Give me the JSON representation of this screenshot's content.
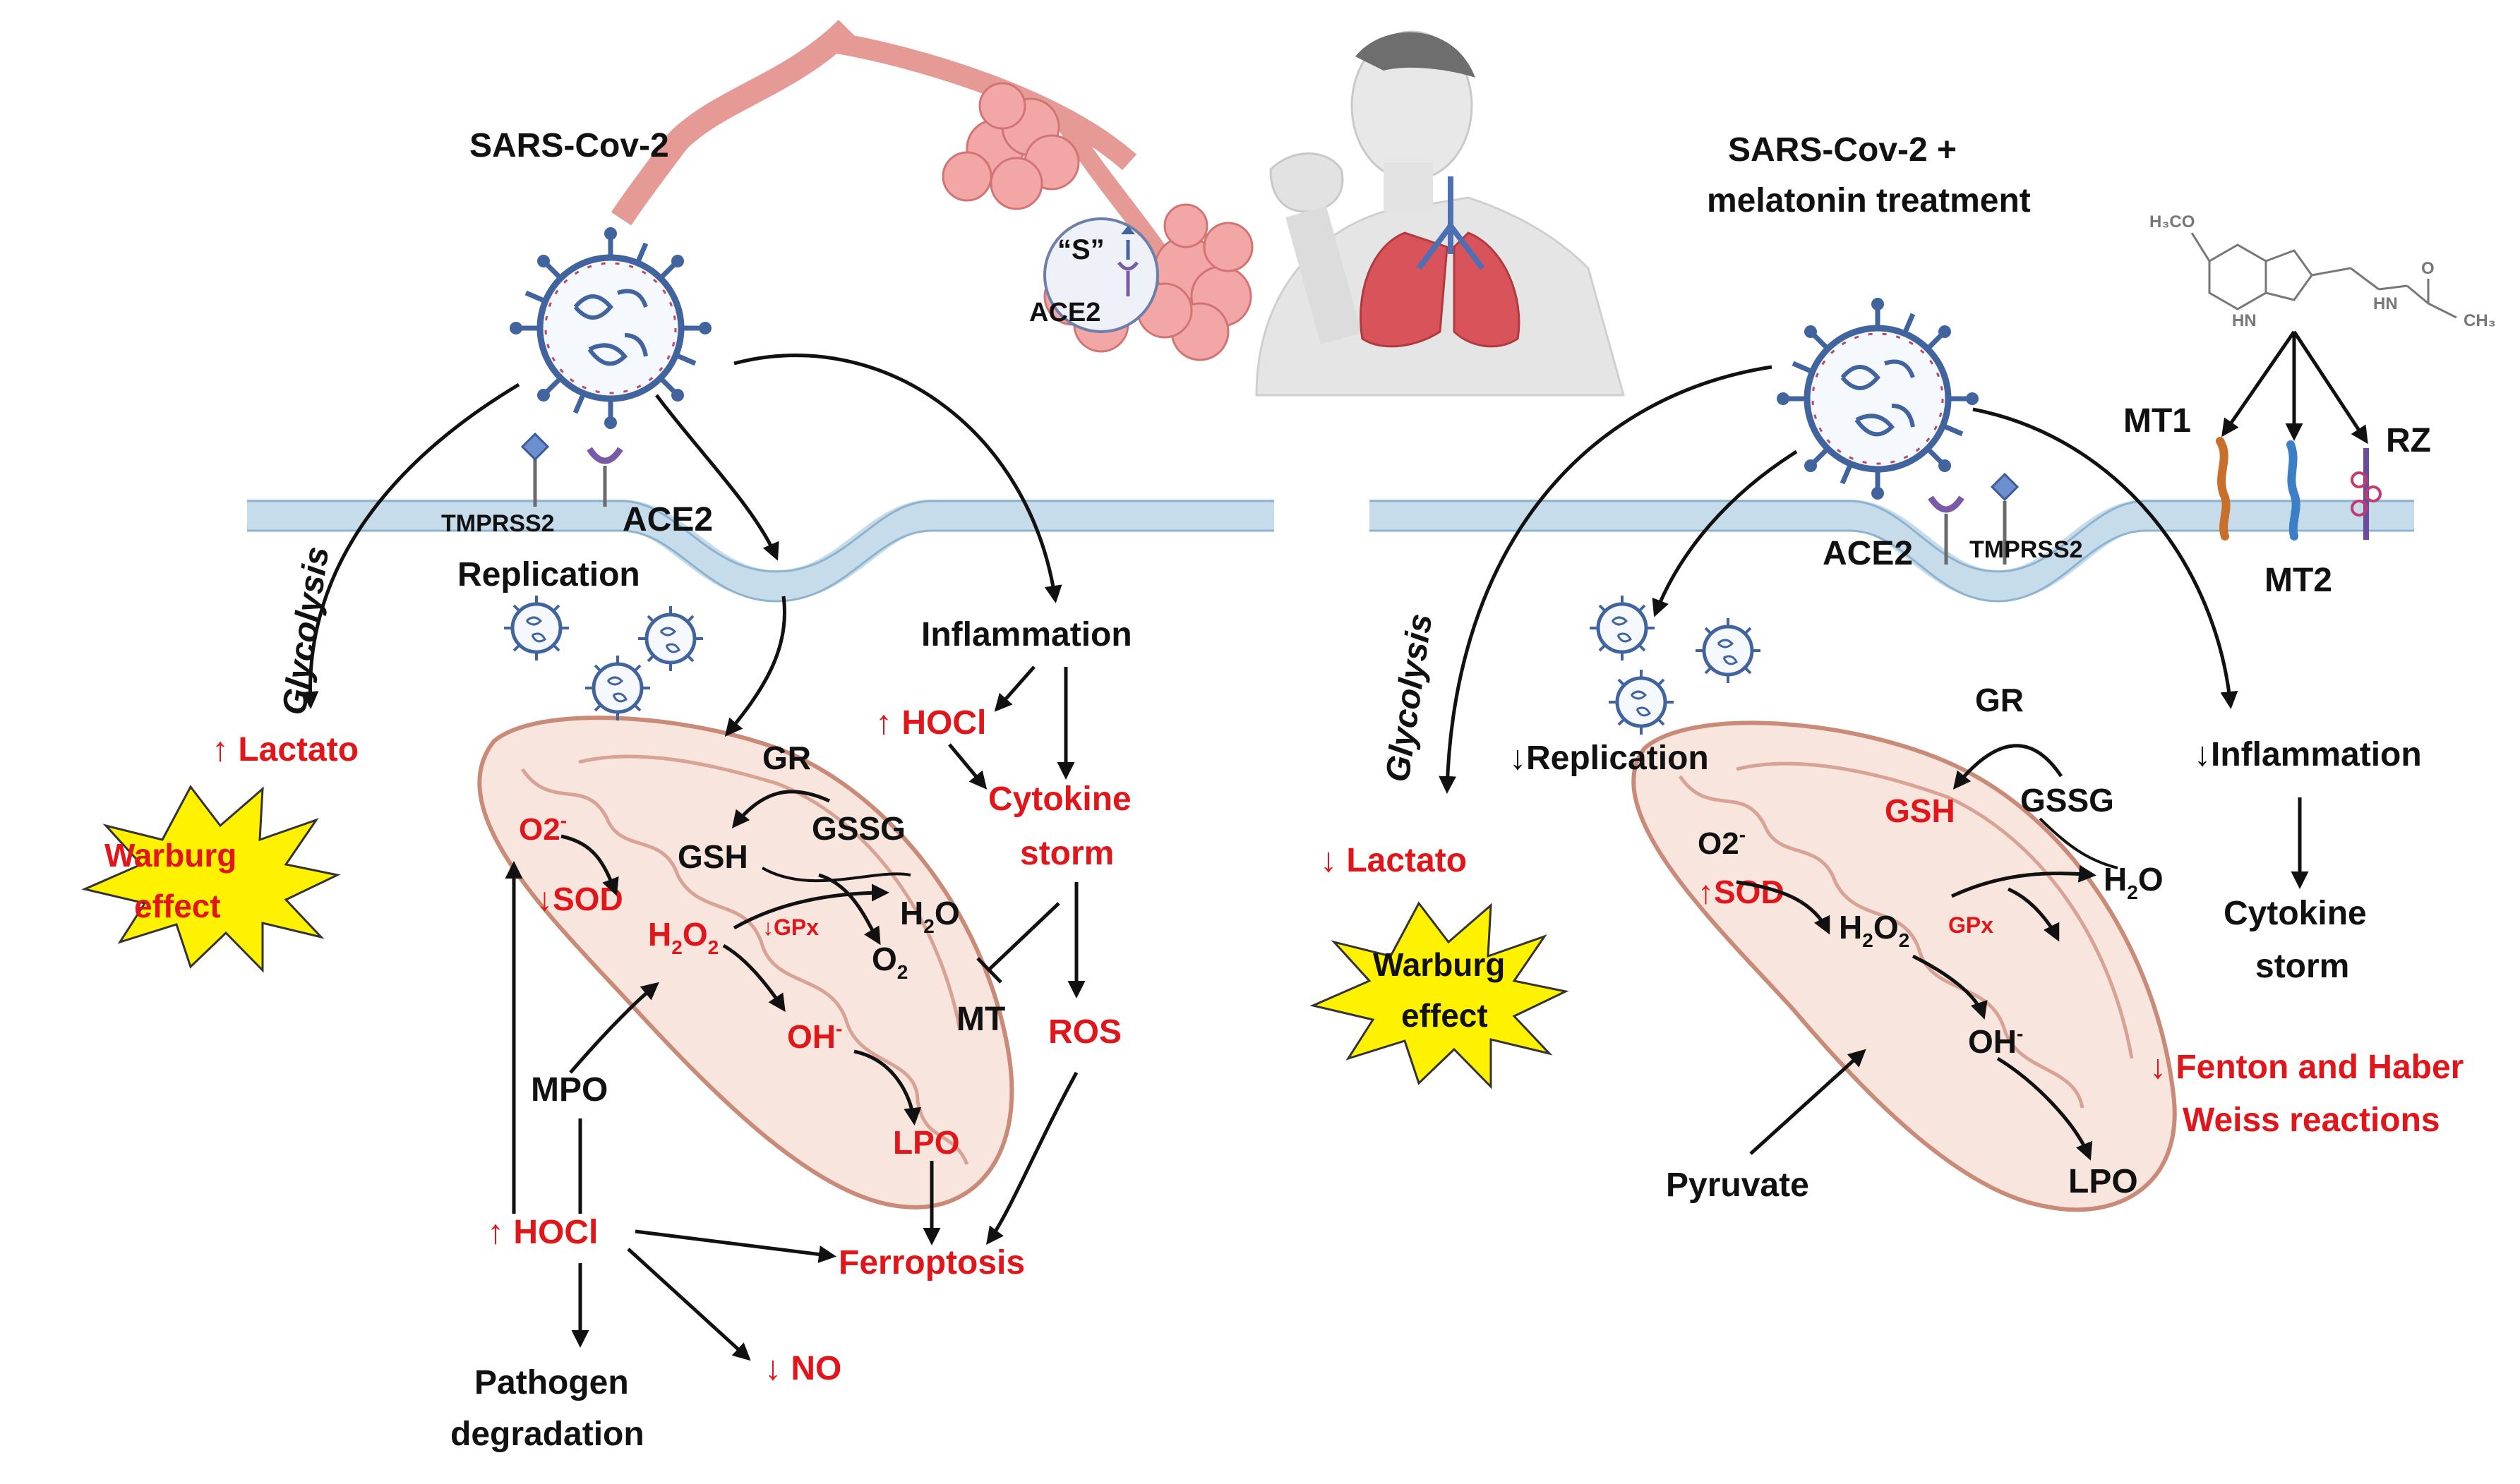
{
  "colors": {
    "red": "#e0161b",
    "black": "#111111",
    "membrane": "#c7dceb",
    "mito_fill": "#f8e6de",
    "mito_stroke": "#c98b77",
    "virus": "#41649f",
    "burst": "#fff200",
    "lung": "#e58a8a"
  },
  "icons": {
    "virus": "coronavirus-icon",
    "receptor": "ace2-receptor-icon",
    "protease": "tmprss2-icon",
    "mitochondrion": "mitochondrion-icon",
    "lungs": "lungs-icon",
    "person": "coughing-person-icon",
    "molecule": "melatonin-structure-icon"
  },
  "top": {
    "spike_label": "“S”",
    "ace2_label": "ACE2"
  },
  "left": {
    "title": "SARS-Cov-2",
    "tmprss2": "TMPRSS2",
    "ace2": "ACE2",
    "replication": "Replication",
    "glycolysis": "Glycolysis",
    "lactato": "↑ Lactato",
    "warburg_line1": "Warburg",
    "warburg_line2": "effect",
    "inflammation": "Inflammation",
    "hocl_up": "↑ HOCl",
    "cytokine_line1": "Cytokine",
    "cytokine_line2": "storm",
    "gr": "GR",
    "gsh": "GSH",
    "gssg": "GSSG",
    "o2_minus": "O2",
    "o2_sup": "-",
    "sod": "↓SOD",
    "h2o2_h": "H",
    "h2o2_2a": "2",
    "h2o2_o": "O",
    "h2o2_2b": "2",
    "gpx": "↓GPx",
    "h2o_h": "H",
    "h2o_2": "2",
    "h2o_o": "O",
    "o2_o": "O",
    "o2_2": "2",
    "mt": "MT",
    "ros": "ROS",
    "oh": "OH",
    "oh_sup": "-",
    "lpo": "LPO",
    "mpo": "MPO",
    "hocl_bottom": "↑ HOCl",
    "ferroptosis": "Ferroptosis",
    "pathogen_line1": "Pathogen",
    "pathogen_line2": "degradation",
    "no": "↓ NO"
  },
  "right": {
    "title_line1": "SARS-Cov-2 +",
    "title_line2": "melatonin treatment",
    "mt1": "MT1",
    "rz": "RZ",
    "mt2": "MT2",
    "ace2": "ACE2",
    "tmprss2": "TMPRSS2",
    "glycolysis": "Glycolysis",
    "replication": "↓Replication",
    "inflammation": "↓Inflammation",
    "cytokine_line1": "Cytokine",
    "cytokine_line2": "storm",
    "lactato": "↓ Lactato",
    "warburg_line1": "Warburg",
    "warburg_line2": "effect",
    "gr": "GR",
    "gsh": "GSH",
    "gssg": "GSSG",
    "o2_minus": "O2",
    "o2_sup": "-",
    "sod": "↑SOD",
    "h2o2_h": "H",
    "h2o2_2a": "2",
    "h2o2_o": "O",
    "h2o2_2b": "2",
    "gpx": "GPx",
    "h2o_h": "H",
    "h2o_2": "2",
    "h2o_o": "O",
    "oh": "OH",
    "oh_sup": "-",
    "fenton_line1": "↓ Fenton and Haber",
    "fenton_line2": "Weiss reactions",
    "pyruvate": "Pyruvate",
    "lpo": "LPO",
    "mol_methoxy": "H₃CO",
    "mol_hn": "HN",
    "mol_nh": "HN",
    "mol_ch3": "CH₃",
    "mol_o": "O"
  }
}
